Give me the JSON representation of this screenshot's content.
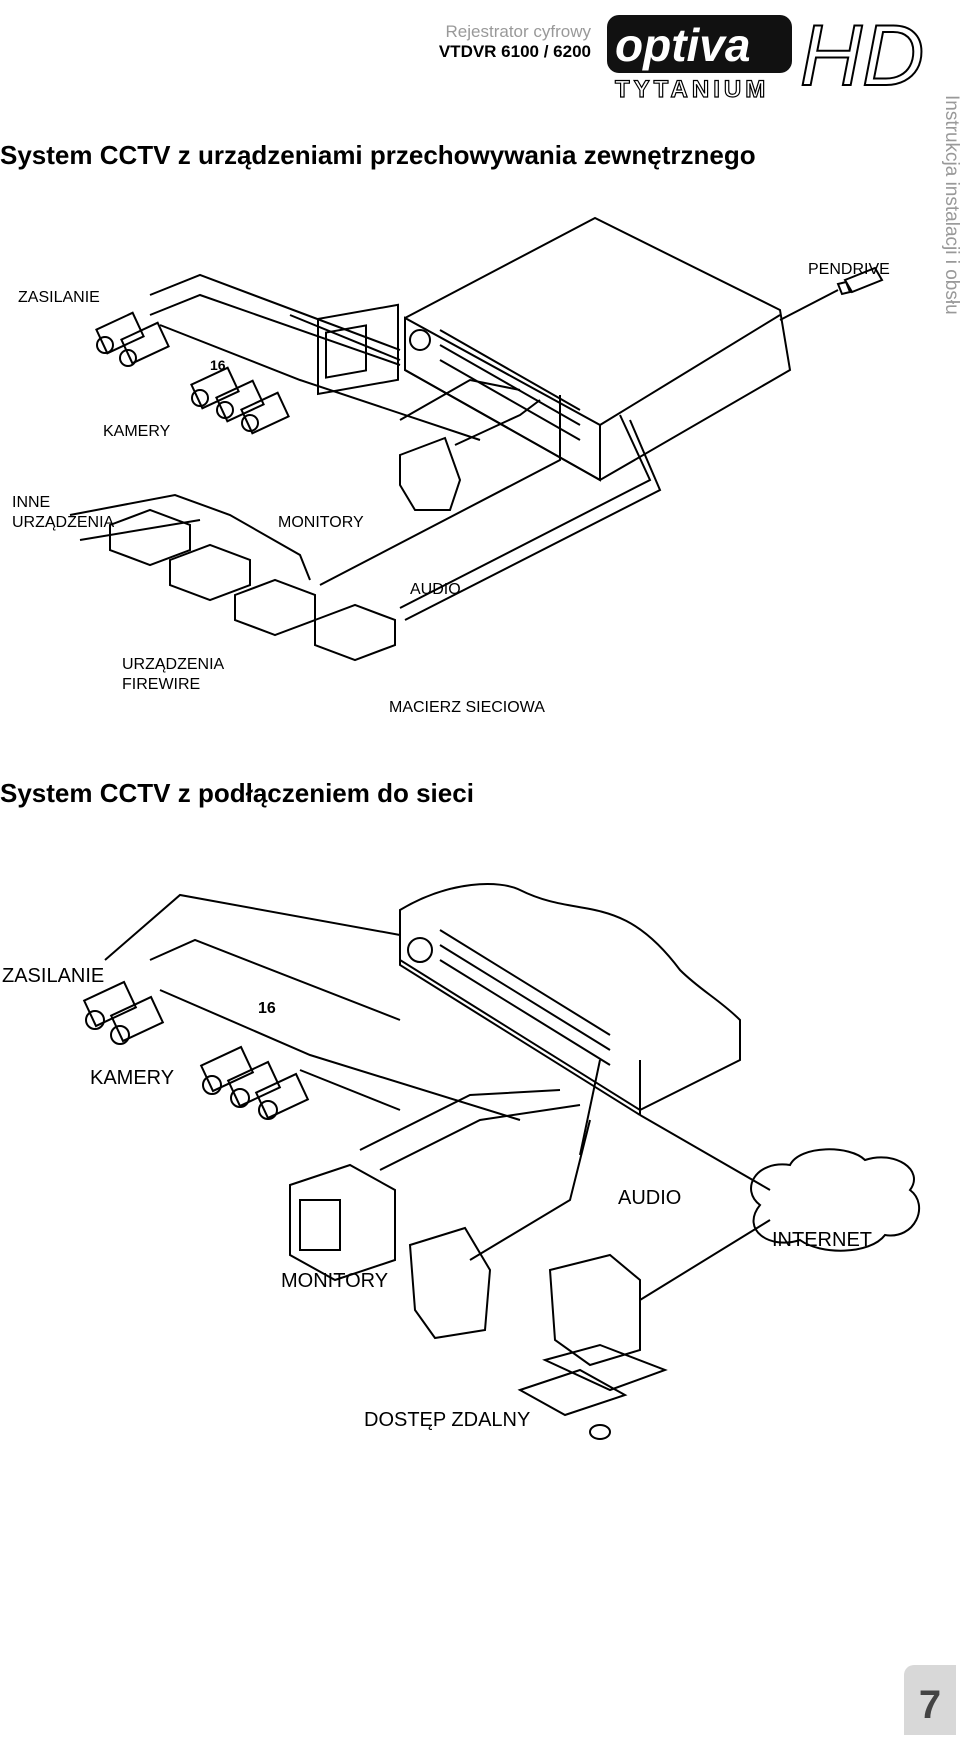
{
  "header": {
    "subtitle": "Rejestrator cyfrowy",
    "model": "VTDVR 6100 / 6200",
    "logo_text": "optiva",
    "logo_sub": "TYTANIUM",
    "logo_hd": "HD"
  },
  "side_tab": "Instrukcja instalacji i obsługi",
  "section1": {
    "title": "System CCTV z urządzeniami przechowywania zewnętrznego",
    "labels": {
      "zasilanie": "ZASILANIE",
      "sixteen": "16",
      "kamery": "KAMERY",
      "inne_line1": "INNE",
      "inne_line2": "URZĄDZENIA",
      "monitory": "MONITORY",
      "pendrive": "PENDRIVE",
      "audio": "AUDIO",
      "firewire_line1": "URZĄDZENIA",
      "firewire_line2": "FIREWIRE",
      "macierz": "MACIERZ SIECIOWA"
    }
  },
  "section2": {
    "title": "System CCTV z podłączeniem do sieci",
    "labels": {
      "zasilanie": "ZASILANIE",
      "sixteen": "16",
      "kamery": "KAMERY",
      "monitory": "MONITORY",
      "audio": "AUDIO",
      "internet": "INTERNET",
      "dostep": "DOSTĘP ZDALNY"
    }
  },
  "page_number": "7"
}
